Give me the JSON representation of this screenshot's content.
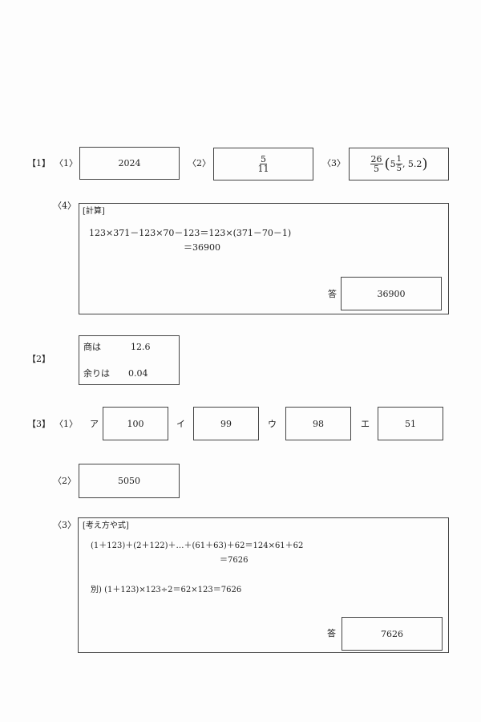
{
  "q1": {
    "label": "【1】",
    "p1": {
      "label": "〈1〉",
      "answer": "2024"
    },
    "p2": {
      "label": "〈2〉",
      "num": "5",
      "den": "11"
    },
    "p3": {
      "label": "〈3〉",
      "num": "26",
      "den": "5",
      "alt_whole": "5",
      "alt_num": "1",
      "alt_den": "5",
      "alt_decimal": ", 5.2"
    },
    "p4": {
      "label": "〈4〉",
      "heading": "[計算]",
      "line1": "123×371－123×70－123＝123×(371－70－1)",
      "line2": "＝36900",
      "answer_label": "答",
      "answer": "36900"
    }
  },
  "q2": {
    "label": "【2】",
    "quotient_label": "商は",
    "quotient": "12.6",
    "remainder_label": "余りは",
    "remainder": "0.04"
  },
  "q3": {
    "label": "【3】",
    "p1": {
      "label": "〈1〉",
      "items": [
        {
          "k": "ア",
          "v": "100"
        },
        {
          "k": "イ",
          "v": "99"
        },
        {
          "k": "ウ",
          "v": "98"
        },
        {
          "k": "エ",
          "v": "51"
        }
      ]
    },
    "p2": {
      "label": "〈2〉",
      "answer": "5050"
    },
    "p3": {
      "label": "〈3〉",
      "heading": "[考え方や式]",
      "line1": "(1＋123)＋(2＋122)＋…＋(61＋63)＋62＝124×61＋62",
      "line2": "＝7626",
      "line3": "別) (1＋123)×123÷2＝62×123＝7626",
      "answer_label": "答",
      "answer": "7626"
    }
  }
}
